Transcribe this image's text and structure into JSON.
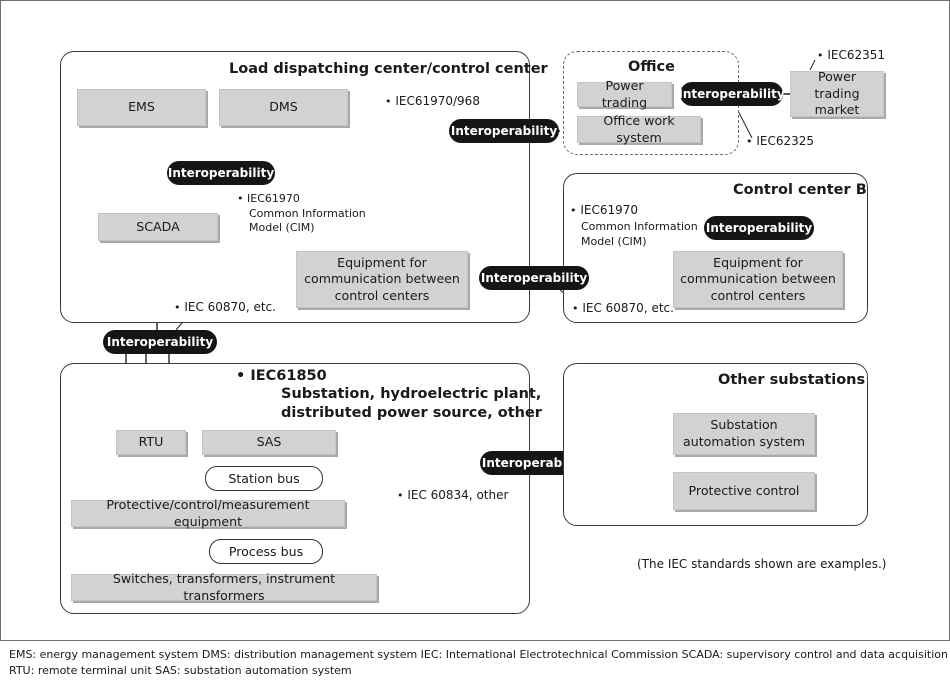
{
  "regions": {
    "load_dispatch": "Load dispatching center/control center",
    "office": "Office",
    "control_center_b": "Control center B",
    "substation_title_1": "Substation, hydroelectric plant,",
    "substation_title_2": "distributed power source, other",
    "other_substations": "Other substations"
  },
  "boxes": {
    "ems": "EMS",
    "dms": "DMS",
    "scada": "SCADA",
    "equip_comm_a": "Equipment for communication between control centers",
    "power_trading": "Power trading",
    "office_work": "Office work system",
    "power_trading_market": "Power trading market",
    "equip_comm_b": "Equipment for communication between control centers",
    "rtu": "RTU",
    "sas": "SAS",
    "protective_equipment": "Protective/control/measurement equipment",
    "switches": "Switches, transformers, instrument transformers",
    "substation_automation": "Substation automation system",
    "protective_control": "Protective control"
  },
  "buses": {
    "station_bus": "Station bus",
    "process_bus": "Process bus"
  },
  "interoperability_label": "Interoperability",
  "annotations": {
    "iec61970_968": "IEC61970/968",
    "iec62351": "IEC62351",
    "iec62325": "IEC62325",
    "iec61970_cim_a_1": "IEC61970",
    "iec61970_cim_a_2": "Common Information",
    "iec61970_cim_a_3": "Model (CIM)",
    "iec61970_b": "IEC61970",
    "cim_b_1": "Common Information",
    "cim_b_2": "Model (CIM)",
    "iec60870_a": "IEC 60870, etc.",
    "iec60870_b": "IEC 60870, etc.",
    "iec61850": "IEC61850",
    "iec60834": "IEC 60834, other",
    "bullet": "•",
    "note": "(The IEC standards shown are examples.)"
  },
  "legend": {
    "line1": "EMS: energy management system   DMS: distribution management system   IEC: International Electrotechnical Commission   SCADA: supervisory control and data acquisition",
    "line2": "RTU: remote terminal unit   SAS: substation automation system"
  },
  "colors": {
    "box_fill": "#d2d2d2",
    "pill_fill": "#151515",
    "line": "#222222"
  }
}
